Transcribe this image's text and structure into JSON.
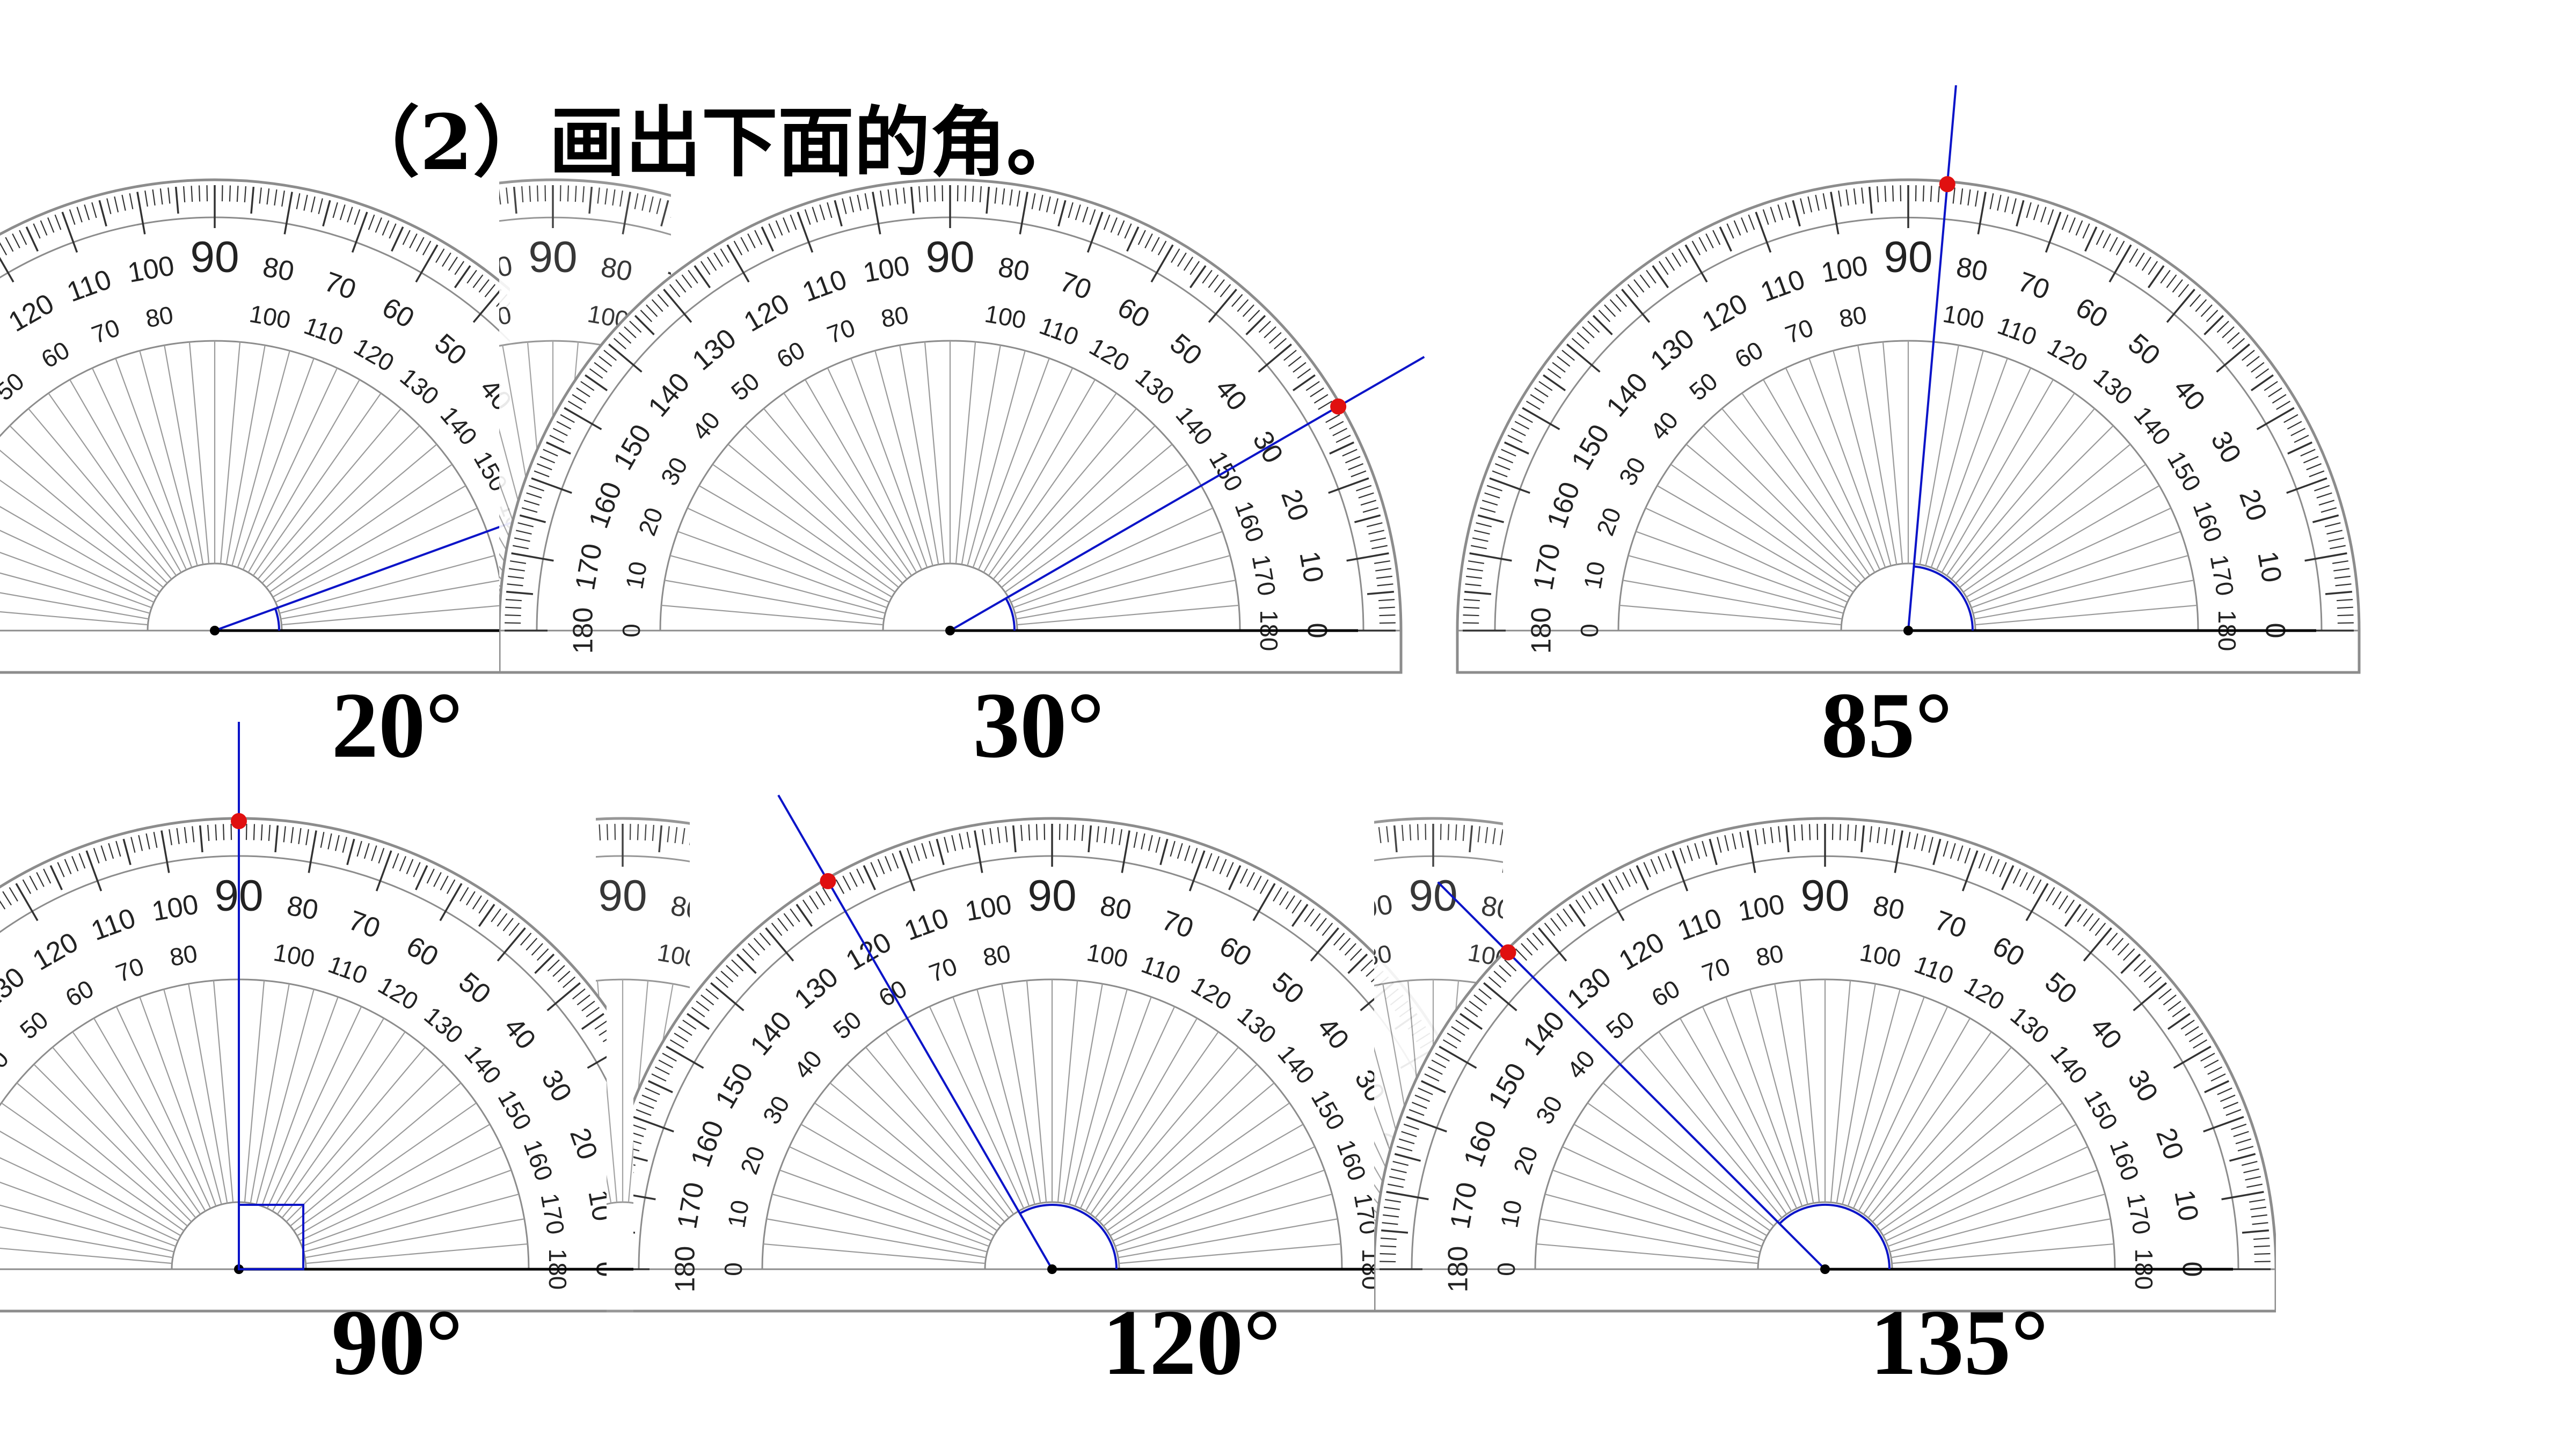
{
  "title": "（2）画出下面的角。",
  "colors": {
    "ray": "#0b14c8",
    "dot": "#e01010",
    "arm": "#000000",
    "protractor_stroke": "#8c8c8c",
    "tick": "#333333"
  },
  "protractor_scale": {
    "outer_labels": [
      "0",
      "10",
      "20",
      "30",
      "40",
      "50",
      "60",
      "70",
      "80",
      "90",
      "100",
      "110",
      "120",
      "130",
      "140",
      "150",
      "160",
      "170",
      "180"
    ],
    "inner_labels": [
      "180",
      "170",
      "160",
      "150",
      "140",
      "130",
      "120",
      "110",
      "100",
      "90",
      "80",
      "70",
      "60",
      "50",
      "40",
      "30",
      "20",
      "10",
      "0"
    ]
  },
  "exercises": [
    {
      "angle": 20,
      "caption": "20°"
    },
    {
      "angle": 30,
      "caption": "30°"
    },
    {
      "angle": 85,
      "caption": "85°"
    },
    {
      "angle": 90,
      "caption": "90°"
    },
    {
      "angle": 120,
      "caption": "120°"
    },
    {
      "angle": 135,
      "caption": "135°"
    }
  ]
}
